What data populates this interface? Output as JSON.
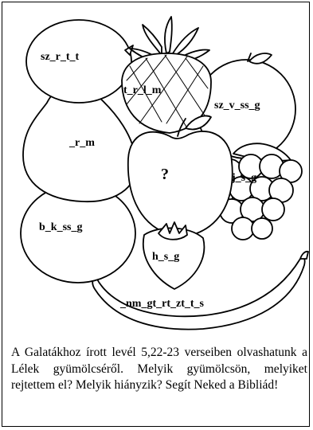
{
  "fruits": {
    "lemon": "sz_r_t_t",
    "pineapple": "t_r_l_m",
    "orange": "sz_v_ss_g",
    "pear": "_r_m",
    "apple": "?",
    "grapes": "j_s_g",
    "melon": "b_k_ss_g",
    "strawberry": "h_s_g",
    "banana": "_nm_gt_rt_zt_t_s"
  },
  "caption": "A Galatákhoz írott levél 5,22-23 verseiben olvashatunk a Lélek gyümölcséről. Melyik gyümölcsön, melyiket rejtettem el? Melyik hiányzik? Segít Neked a Bibliád!"
}
